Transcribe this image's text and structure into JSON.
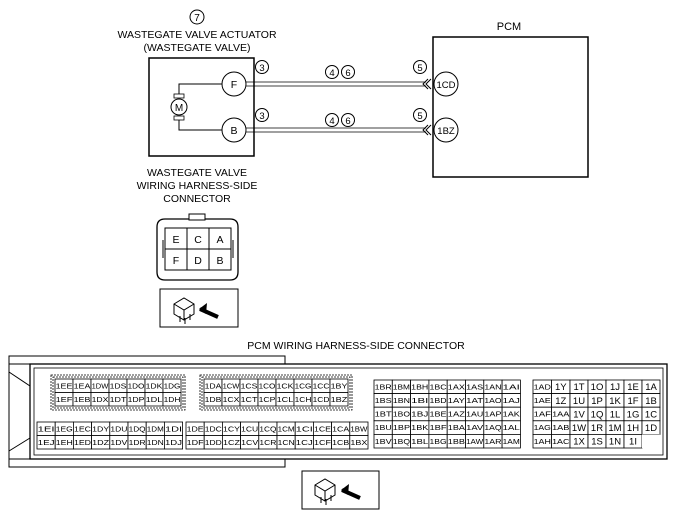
{
  "actuator": {
    "number": "7",
    "title_line1": "WASTEGATE VALVE ACTUATOR",
    "title_line2": "(WASTEGATE VALVE)",
    "motor_label": "M",
    "terminals": [
      "F",
      "B"
    ]
  },
  "pcm": {
    "title": "PCM",
    "terminals": [
      "1CD",
      "1BZ"
    ]
  },
  "wiring": {
    "top": {
      "callout_actuator": "3",
      "callout_mid_a": "4",
      "callout_mid_b": "6",
      "callout_pcm": "5"
    },
    "bottom": {
      "callout_actuator": "3",
      "callout_mid_a": "4",
      "callout_mid_b": "6",
      "callout_pcm": "5"
    }
  },
  "wgv_connector": {
    "title_line1": "WASTEGATE VALVE",
    "title_line2": "WIRING HARNESS-SIDE",
    "title_line3": "CONNECTOR",
    "rows": [
      [
        "E",
        "C",
        "A"
      ],
      [
        "F",
        "D",
        "B"
      ]
    ]
  },
  "pcm_connector": {
    "title": "PCM WIRING HARNESS-SIDE CONNECTOR",
    "block1_boxed": [
      [
        "1EE",
        "1EA",
        "1DW",
        "1DS",
        "1DO",
        "1DK",
        "1DG"
      ],
      [
        "1EF",
        "1EB",
        "1DX",
        "1DT",
        "1DP",
        "1DL",
        "1DH"
      ]
    ],
    "block1_open": [
      [
        "1EI",
        "1EG",
        "1EC",
        "1DY",
        "1DU",
        "1DQ",
        "1DM",
        "1DI"
      ],
      [
        "1EJ",
        "1EH",
        "1ED",
        "1DZ",
        "1DV",
        "1DR",
        "1DN",
        "1DJ"
      ]
    ],
    "block2_boxed": [
      [
        "1DA",
        "1CW",
        "1CS",
        "1CO",
        "1CK",
        "1CG",
        "1CC",
        "1BY"
      ],
      [
        "1DB",
        "1CX",
        "1CT",
        "1CP",
        "1CL",
        "1CH",
        "1CD",
        "1BZ"
      ]
    ],
    "block2_open": [
      [
        "1DE",
        "1DC",
        "1CY",
        "1CU",
        "1CQ",
        "1CM",
        "1CI",
        "1CE",
        "1CA",
        "1BW"
      ],
      [
        "1DF",
        "1DD",
        "1CZ",
        "1CV",
        "1CR",
        "1CN",
        "1CJ",
        "1CF",
        "1CB",
        "1BX"
      ]
    ],
    "block3": [
      [
        "1BR",
        "1BM",
        "1BH",
        "1BC",
        "1AX",
        "1AS",
        "1AN",
        "1AI"
      ],
      [
        "1BS",
        "1BN",
        "1BI",
        "1BD",
        "1AY",
        "1AT",
        "1AO",
        "1AJ"
      ],
      [
        "1BT",
        "1BO",
        "1BJ",
        "1BE",
        "1AZ",
        "1AU",
        "1AP",
        "1AK"
      ],
      [
        "1BU",
        "1BP",
        "1BK",
        "1BF",
        "1BA",
        "1AV",
        "1AQ",
        "1AL"
      ],
      [
        "1BV",
        "1BQ",
        "1BL",
        "1BG",
        "1BB",
        "1AW",
        "1AR",
        "1AM"
      ]
    ],
    "block4": [
      [
        "1AD",
        "1Y",
        "1T",
        "1O",
        "1J",
        "1E",
        "1A"
      ],
      [
        "1AE",
        "1Z",
        "1U",
        "1P",
        "1K",
        "1F",
        "1B"
      ],
      [
        "1AF",
        "1AA",
        "1V",
        "1Q",
        "1L",
        "1G",
        "1C"
      ],
      [
        "1AG",
        "1AB",
        "1W",
        "1R",
        "1M",
        "1H",
        "1D"
      ],
      [
        "1AH",
        "1AC",
        "1X",
        "1S",
        "1N",
        "1I",
        ""
      ]
    ]
  }
}
